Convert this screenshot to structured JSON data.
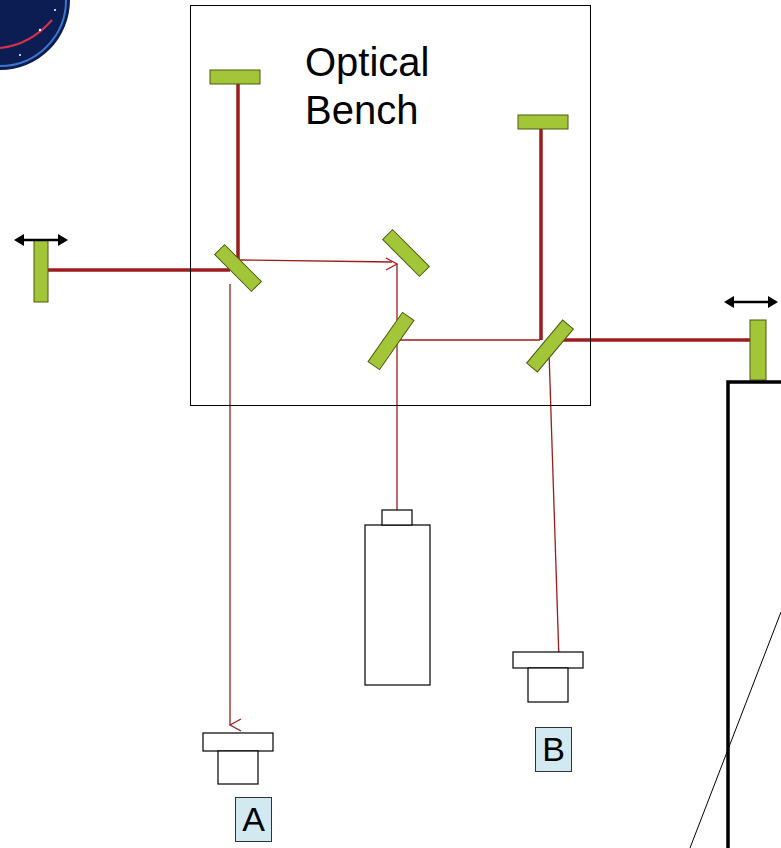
{
  "diagram": {
    "nodes": [
      {
        "text": [
          "Optical Bench"
        ]
      },
      {
        "text": [
          "A"
        ]
      },
      {
        "text": [
          "B"
        ]
      }
    ]
  }
}
